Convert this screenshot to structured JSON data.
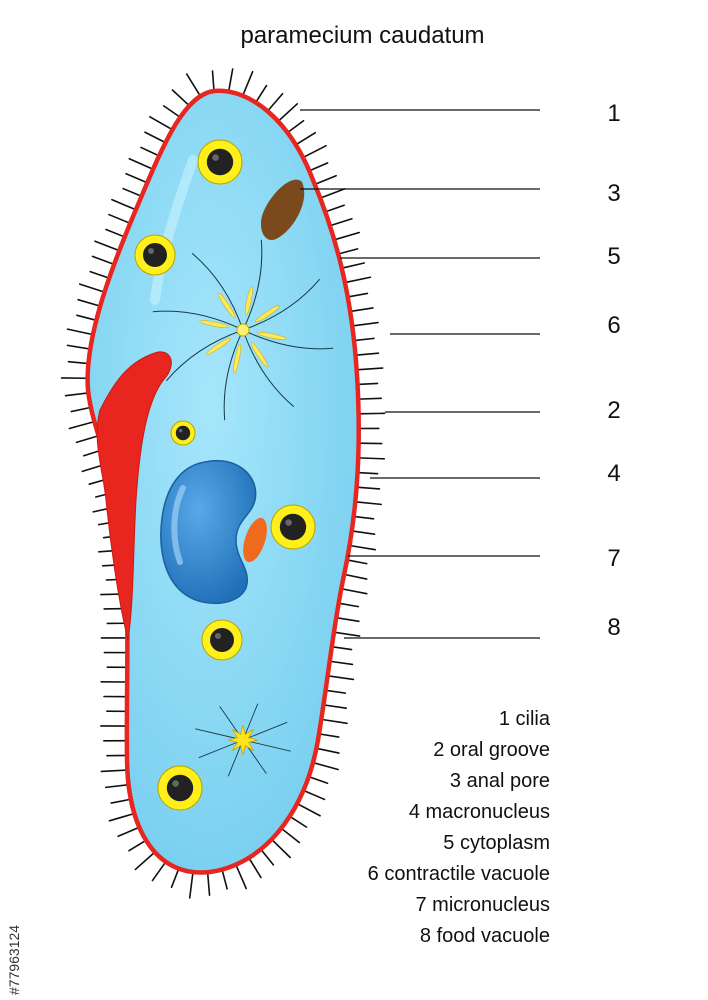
{
  "title": "paramecium caudatum",
  "numbers": [
    "1",
    "3",
    "5",
    "6",
    "2",
    "4",
    "7",
    "8"
  ],
  "legend": [
    "1 cilia",
    "2 oral groove",
    "3 anal pore",
    "4 macronucleus",
    "5 cytoplasm",
    "6 contractile vacuole",
    "7 micronucleus",
    "8 food vacuole"
  ],
  "stock_id": "#77963124",
  "colors": {
    "body_fill": "#7fd6f3",
    "membrane": "#e8261f",
    "oral_groove": "#e8261f",
    "macronucleus": "#2f86d0",
    "micronucleus": "#f06a1e",
    "anal_pore": "#7a4a1c",
    "food_vacuole_ring": "#ffef1a",
    "contractile_vacuole": "#ffe95a",
    "cilia": "#111111"
  }
}
